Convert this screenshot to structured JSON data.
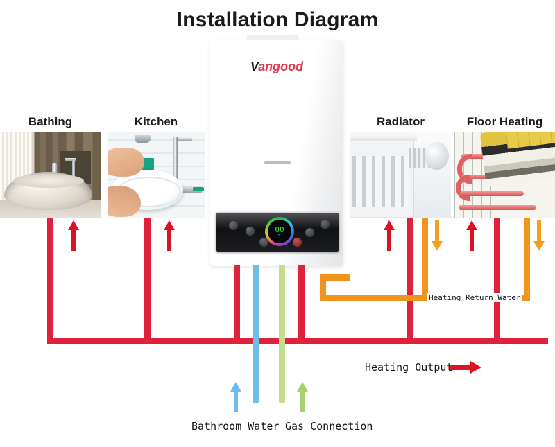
{
  "title": "Installation Diagram",
  "product": {
    "brand_first": "V",
    "brand_rest": "angood",
    "display_value": "00",
    "display_unit": "℃"
  },
  "photos": [
    {
      "name": "bathing",
      "label": "Bathing"
    },
    {
      "name": "kitchen",
      "label": "Kitchen"
    },
    {
      "name": "radiator",
      "label": "Radiator"
    },
    {
      "name": "floor-heating",
      "label": "Floor Heating"
    }
  ],
  "pipe_labels": {
    "heating_return": "Heating Return Water",
    "heating_output": "Heating Output",
    "bathroom_water": "Bathroom Water",
    "gas_connection": "Gas Connection"
  },
  "colors": {
    "hot_water_red": "#e0213c",
    "cold_water_blue": "#6cbde8",
    "gas_green": "#c3dd8a",
    "return_orange": "#f0941e",
    "arrow_red": "#d81324",
    "text": "#141414"
  },
  "flows": [
    {
      "name": "bathing-supply",
      "color": "#e0213c",
      "direction": "up"
    },
    {
      "name": "kitchen-supply",
      "color": "#e0213c",
      "direction": "up"
    },
    {
      "name": "bathroom-water-inlet",
      "color": "#6cbde8",
      "direction": "up"
    },
    {
      "name": "gas-inlet",
      "color": "#c3dd8a",
      "direction": "up"
    },
    {
      "name": "radiator-supply",
      "color": "#e0213c",
      "direction": "up"
    },
    {
      "name": "radiator-return",
      "color": "#f0941e",
      "direction": "down"
    },
    {
      "name": "floor-heating-supply",
      "color": "#e0213c",
      "direction": "up"
    },
    {
      "name": "floor-heating-return",
      "color": "#f0941e",
      "direction": "down"
    }
  ]
}
